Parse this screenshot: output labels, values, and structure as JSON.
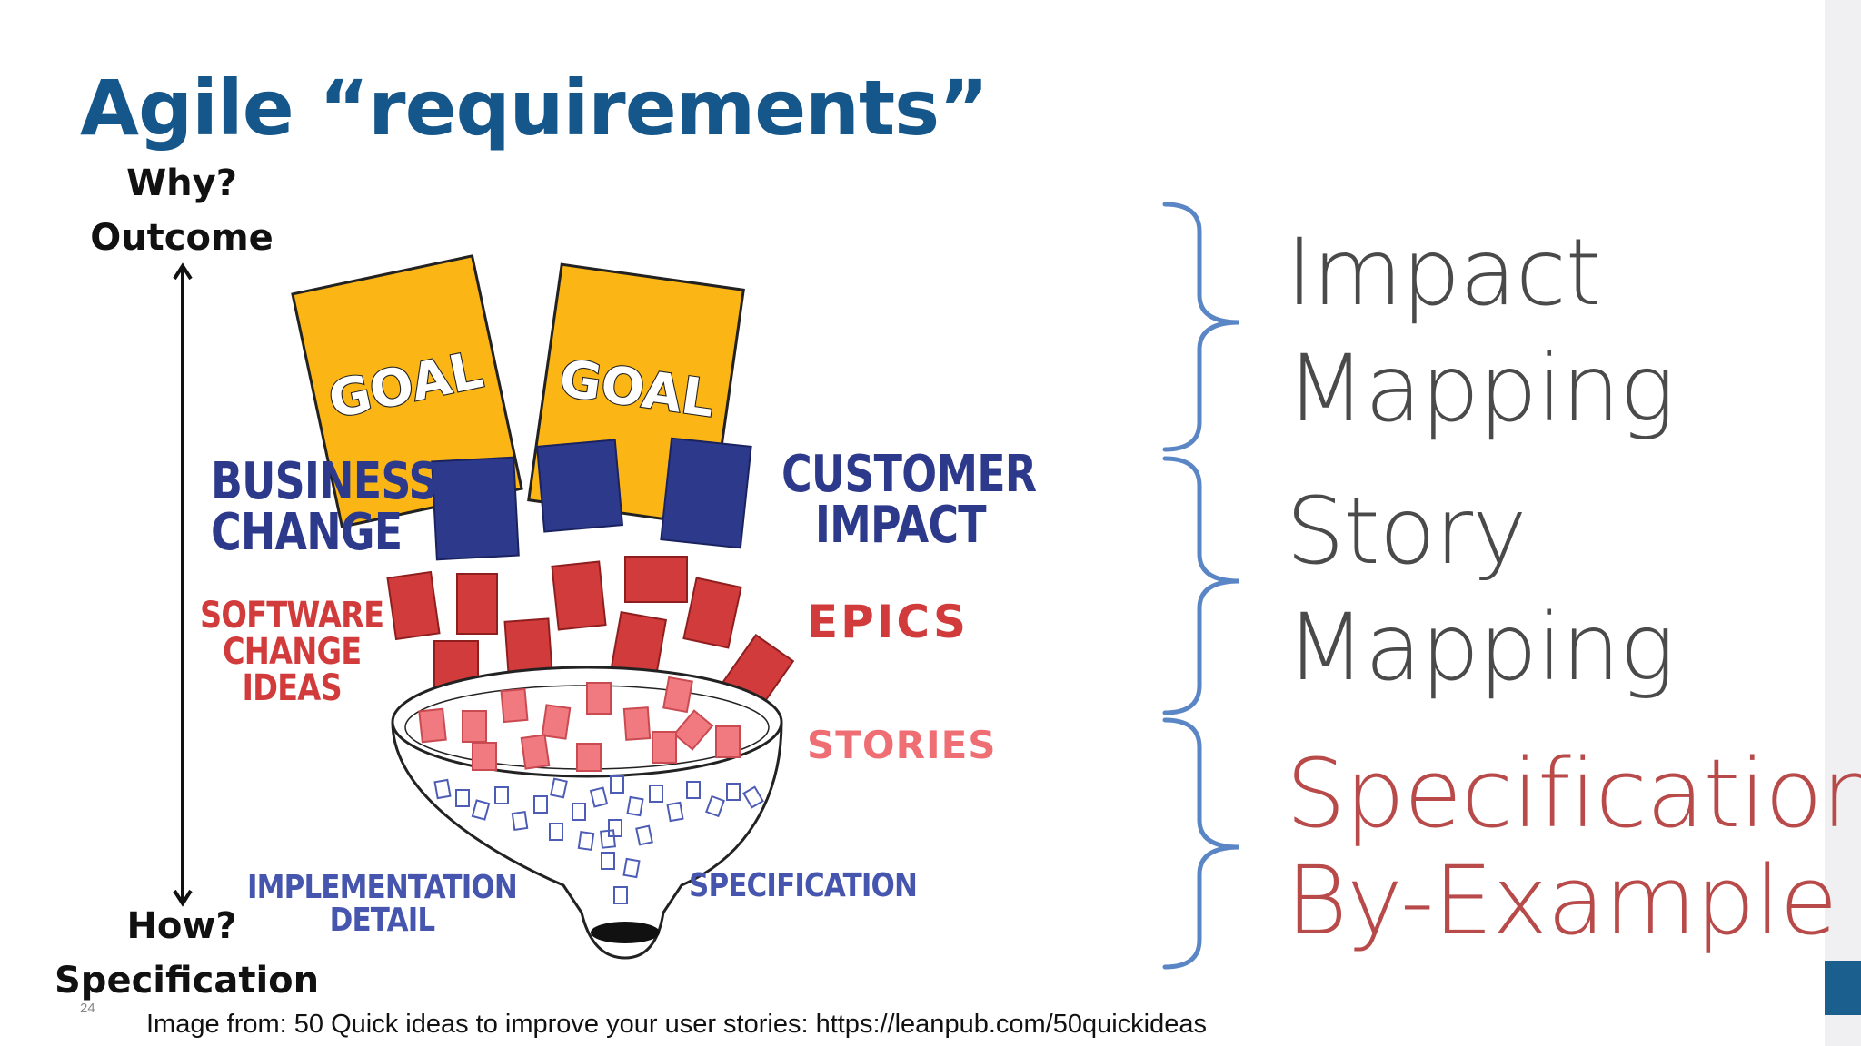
{
  "slide": {
    "title": "Agile “requirements”",
    "axis": {
      "top_question": "Why?",
      "top_label": "Outcome",
      "bottom_question": "How?",
      "bottom_label": "Specification"
    },
    "slide_number": "24",
    "credit": "Image from: 50 Quick ideas to improve your user stories: https://leanpub.com/50quickideas"
  },
  "illustration": {
    "goal_labels": [
      "GOAL",
      "GOAL"
    ],
    "labels": {
      "business_change": [
        "BUSINESS",
        "CHANGE"
      ],
      "customer_impact": [
        "CUSTOMER",
        "IMPACT"
      ],
      "software_change_ideas": [
        "SOFTWARE",
        "CHANGE",
        "IDEAS"
      ],
      "epics": "EPICS",
      "stories": "STORIES",
      "implementation_detail": [
        "IMPLEMENTATION",
        "DETAIL"
      ],
      "specification": "SPECIFICATION"
    }
  },
  "methods": {
    "impact_mapping": [
      "Impact",
      "Mapping"
    ],
    "story_mapping": [
      "Story",
      "Mapping"
    ],
    "specification_by_example": [
      "Specification-",
      "By-Example"
    ]
  },
  "colors": {
    "title": "#15578a",
    "goal": "#fbb616",
    "business_blue": "#2d3a8c",
    "epic_red": "#d13b3b",
    "story_pink": "#ef6e73",
    "spec_blue": "#4655ae",
    "brace": "#5b86c5",
    "method_gray": "#4a4a4a",
    "method_red": "#b84a4a"
  }
}
